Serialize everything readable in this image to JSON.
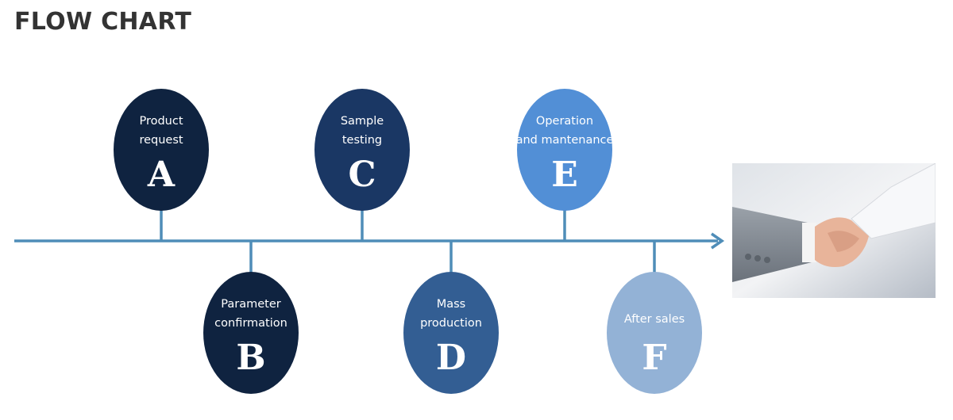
{
  "title": "FLOW CHART",
  "colors": {
    "timeline": "#4f8db8",
    "a": "#0f2340",
    "b": "#0f2340",
    "c": "#1a3764",
    "d": "#335e93",
    "e": "#528fd6",
    "f": "#93b2d6"
  },
  "steps": [
    {
      "letter": "A",
      "lines": [
        "Product",
        "request"
      ],
      "position": "above",
      "color_key": "a"
    },
    {
      "letter": "B",
      "lines": [
        "Parameter",
        "confirmation"
      ],
      "position": "below",
      "color_key": "b"
    },
    {
      "letter": "C",
      "lines": [
        "Sample",
        "testing"
      ],
      "position": "above",
      "color_key": "c"
    },
    {
      "letter": "D",
      "lines": [
        "Mass",
        "production"
      ],
      "position": "below",
      "color_key": "d"
    },
    {
      "letter": "E",
      "lines": [
        "Operation",
        "and mantenance"
      ],
      "position": "above",
      "color_key": "e"
    },
    {
      "letter": "F",
      "lines": [
        "After sales"
      ],
      "position": "below",
      "color_key": "f"
    }
  ],
  "image": {
    "icon": "handshake-photo"
  }
}
